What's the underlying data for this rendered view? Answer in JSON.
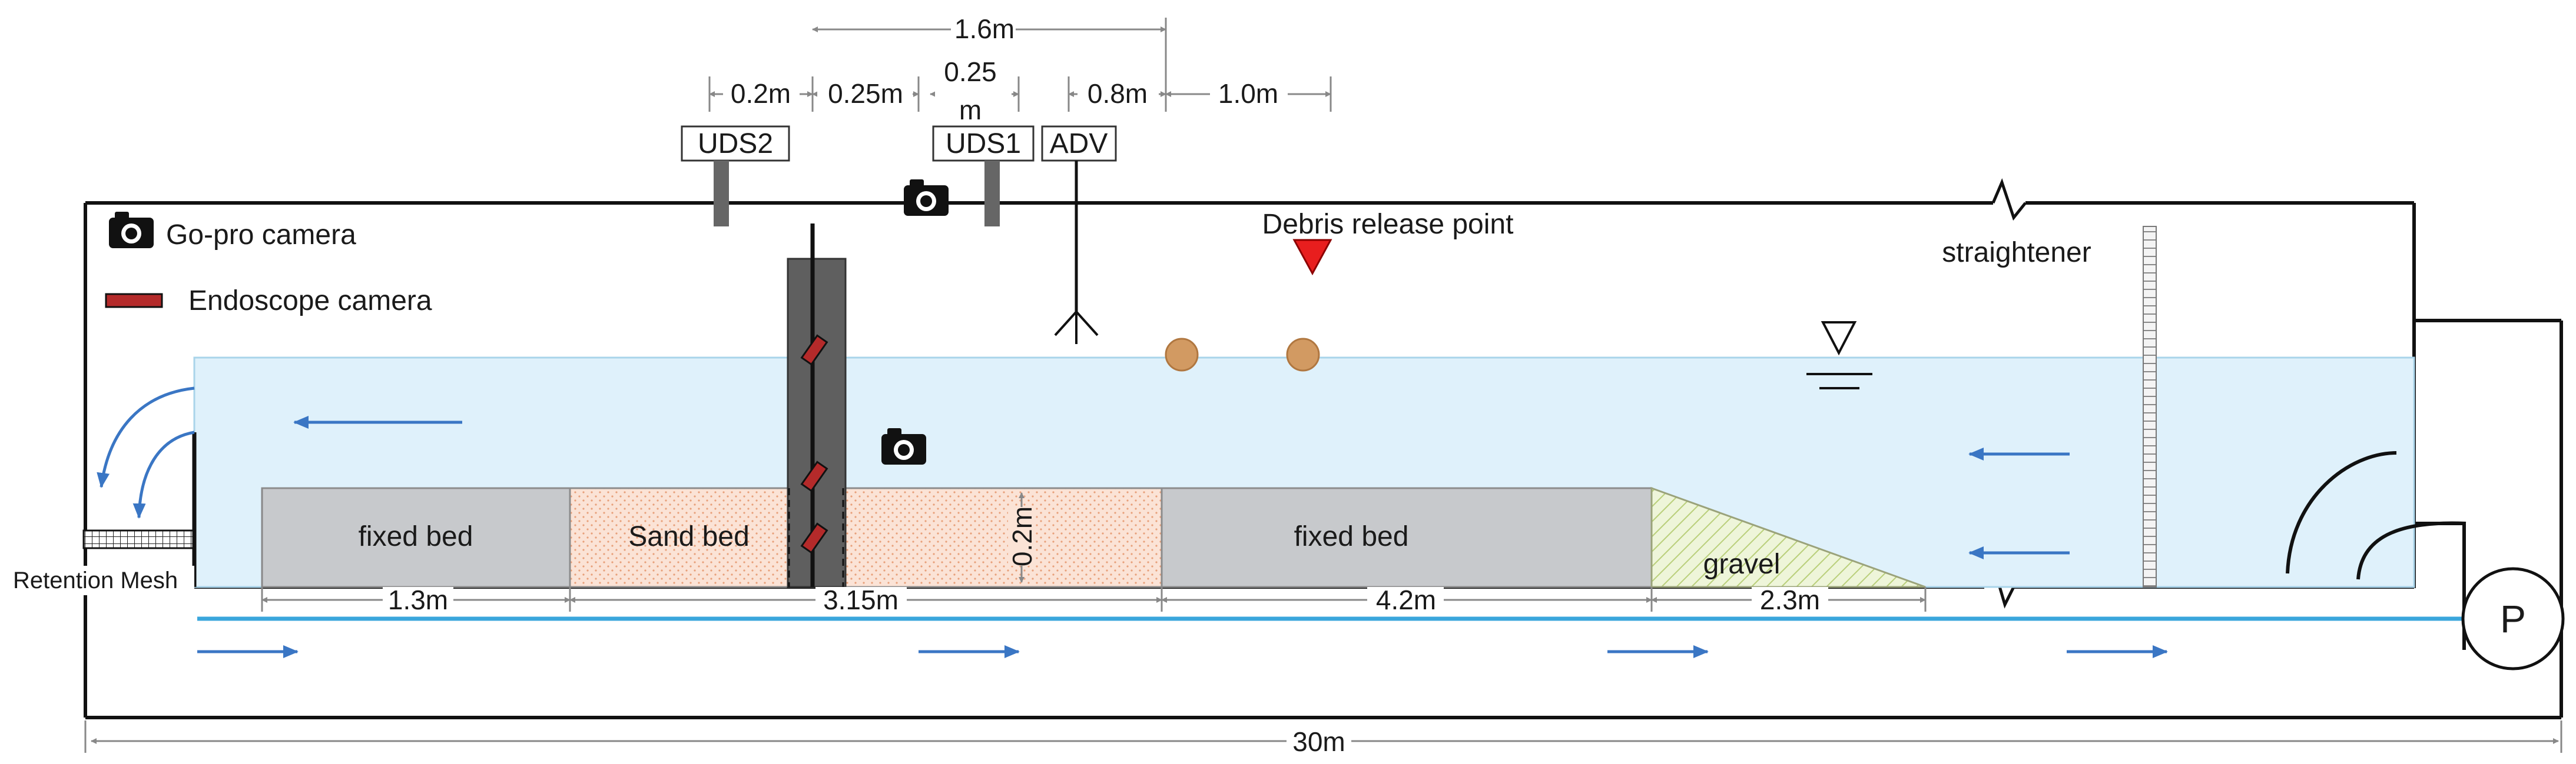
{
  "legend": {
    "gopro_label": "Go-pro camera",
    "endoscope_label": "Endoscope camera",
    "gopro_icon": "camera-icon",
    "endoscope_icon": "endoscope-camera-icon"
  },
  "sensors": {
    "uds2": "UDS2",
    "uds1": "UDS1",
    "adv": "ADV"
  },
  "top_dimensions": {
    "total": "1.6m",
    "d1": "0.2m",
    "d2": "0.25m",
    "d3_line1": "0.25",
    "d3_line2": "m",
    "d4": "0.8m",
    "d5": "1.0m"
  },
  "labels": {
    "debris_release": "Debris release point",
    "straightener": "straightener",
    "retention_mesh": "Retention Mesh",
    "pump": "P"
  },
  "bed_sections": {
    "fixed_bed_1": "fixed bed",
    "sand_bed": "Sand bed",
    "fixed_bed_2": "fixed bed",
    "gravel": "gravel",
    "sand_depth": "0.2m"
  },
  "bottom_dimensions": {
    "d1": "1.3m",
    "d2": "3.15m",
    "d3": "4.2m",
    "d4": "2.3m",
    "total": "30m"
  },
  "colors": {
    "water": "#dff1fb",
    "water_edge": "#a9d4ea",
    "fixed_bed": "#c7c9cc",
    "sand_bed": "#fbe3d6",
    "sand_dots": "#e8a07a",
    "gravel": "#eef5d9",
    "gravel_hatch": "#b9cf7a",
    "arrow_blue": "#3a76c4",
    "pipe_blue": "#3aa6dc",
    "debris": "#d29a62",
    "release_marker": "#e81e1e",
    "pier": "#5f5f5f"
  }
}
